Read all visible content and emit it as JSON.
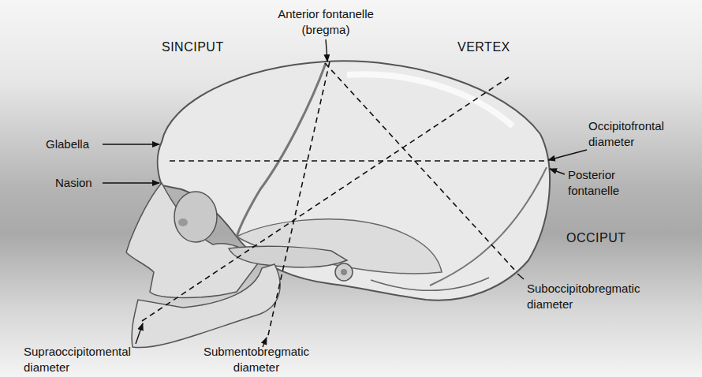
{
  "diagram": {
    "labels": [
      "Anterior fontanelle (bregma)",
      "SINCIPUT",
      "VERTEX",
      "Glabella",
      "Occipitofrontal diameter",
      "Nasion",
      "Posterior fontanelle",
      "OCCIPUT",
      "Suboccipitobregmatic diameter",
      "Supraoccipitomental diameter",
      "Submentobregmatic diameter"
    ]
  }
}
